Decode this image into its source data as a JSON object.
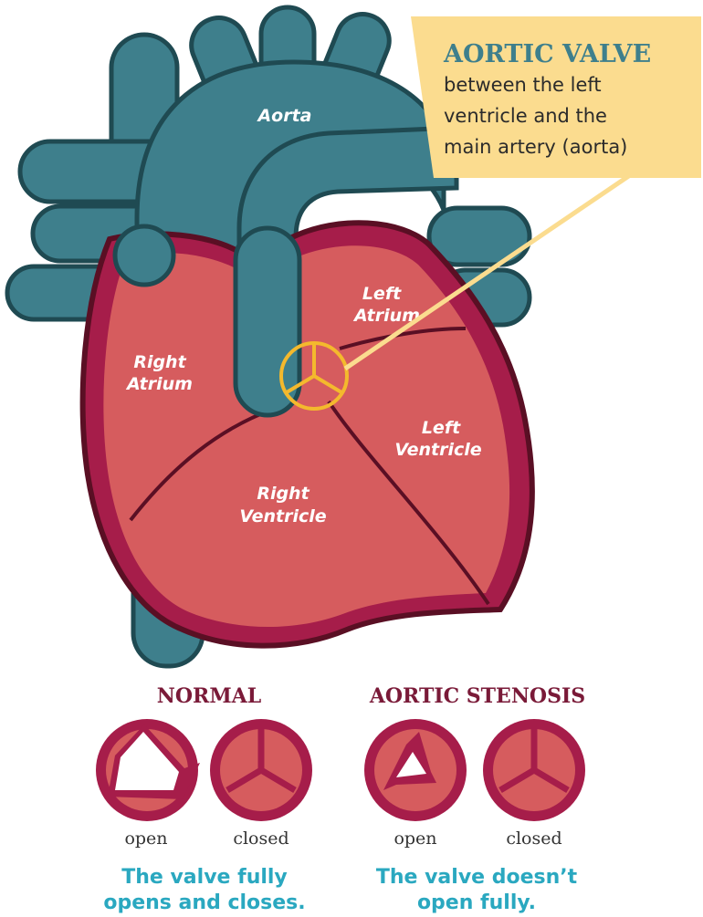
{
  "colors": {
    "vessel": "#3e7f8c",
    "heart_outer": "#a61d4a",
    "heart_inner": "#d65c5e",
    "outline": "#5a0f24",
    "valve_ring": "#f4b92d",
    "callout_bg": "#fbdc8f",
    "caption": "#2aa8c0",
    "section_title": "#7a1a38"
  },
  "heart": {
    "labels": {
      "aorta": "Aorta",
      "left_atrium_1": "Left",
      "left_atrium_2": "Atrium",
      "right_atrium_1": "Right",
      "right_atrium_2": "Atrium",
      "left_ventricle_1": "Left",
      "left_ventricle_2": "Ventricle",
      "right_ventricle_1": "Right",
      "right_ventricle_2": "Ventricle"
    }
  },
  "callout": {
    "title": "AORTIC VALVE",
    "line1": "between the left",
    "line2": "ventricle and the",
    "line3": "main artery (aorta)"
  },
  "comparison": {
    "normal": {
      "title": "NORMAL",
      "open_label": "open",
      "closed_label": "closed",
      "caption_line1": "The valve fully",
      "caption_line2": "opens and closes."
    },
    "stenosis": {
      "title": "AORTIC STENOSIS",
      "open_label": "open",
      "closed_label": "closed",
      "caption_line1": "The valve doesn’t",
      "caption_line2": "open fully."
    }
  }
}
